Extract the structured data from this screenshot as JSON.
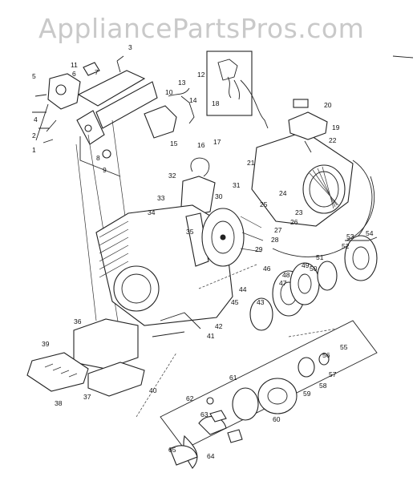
{
  "watermark": {
    "text": "AppliancePartsPros.com"
  },
  "callouts": [
    "1",
    "2",
    "3",
    "4",
    "5",
    "6",
    "7",
    "8",
    "9",
    "10",
    "11",
    "12",
    "13",
    "14",
    "15",
    "16",
    "17",
    "18",
    "19",
    "20",
    "21",
    "22",
    "23",
    "24",
    "25",
    "26",
    "27",
    "28",
    "29",
    "30",
    "31",
    "32",
    "33",
    "34",
    "35",
    "36",
    "37",
    "38",
    "39",
    "40",
    "41",
    "42",
    "43",
    "44",
    "45",
    "46",
    "47",
    "48",
    "49",
    "50",
    "51",
    "52",
    "53",
    "54",
    "55",
    "56",
    "57",
    "58",
    "59",
    "60",
    "61",
    "62",
    "63",
    "64",
    "65"
  ],
  "colors": {
    "ink": "#222222",
    "watermark": "#c9c9c9",
    "background": "#ffffff"
  }
}
